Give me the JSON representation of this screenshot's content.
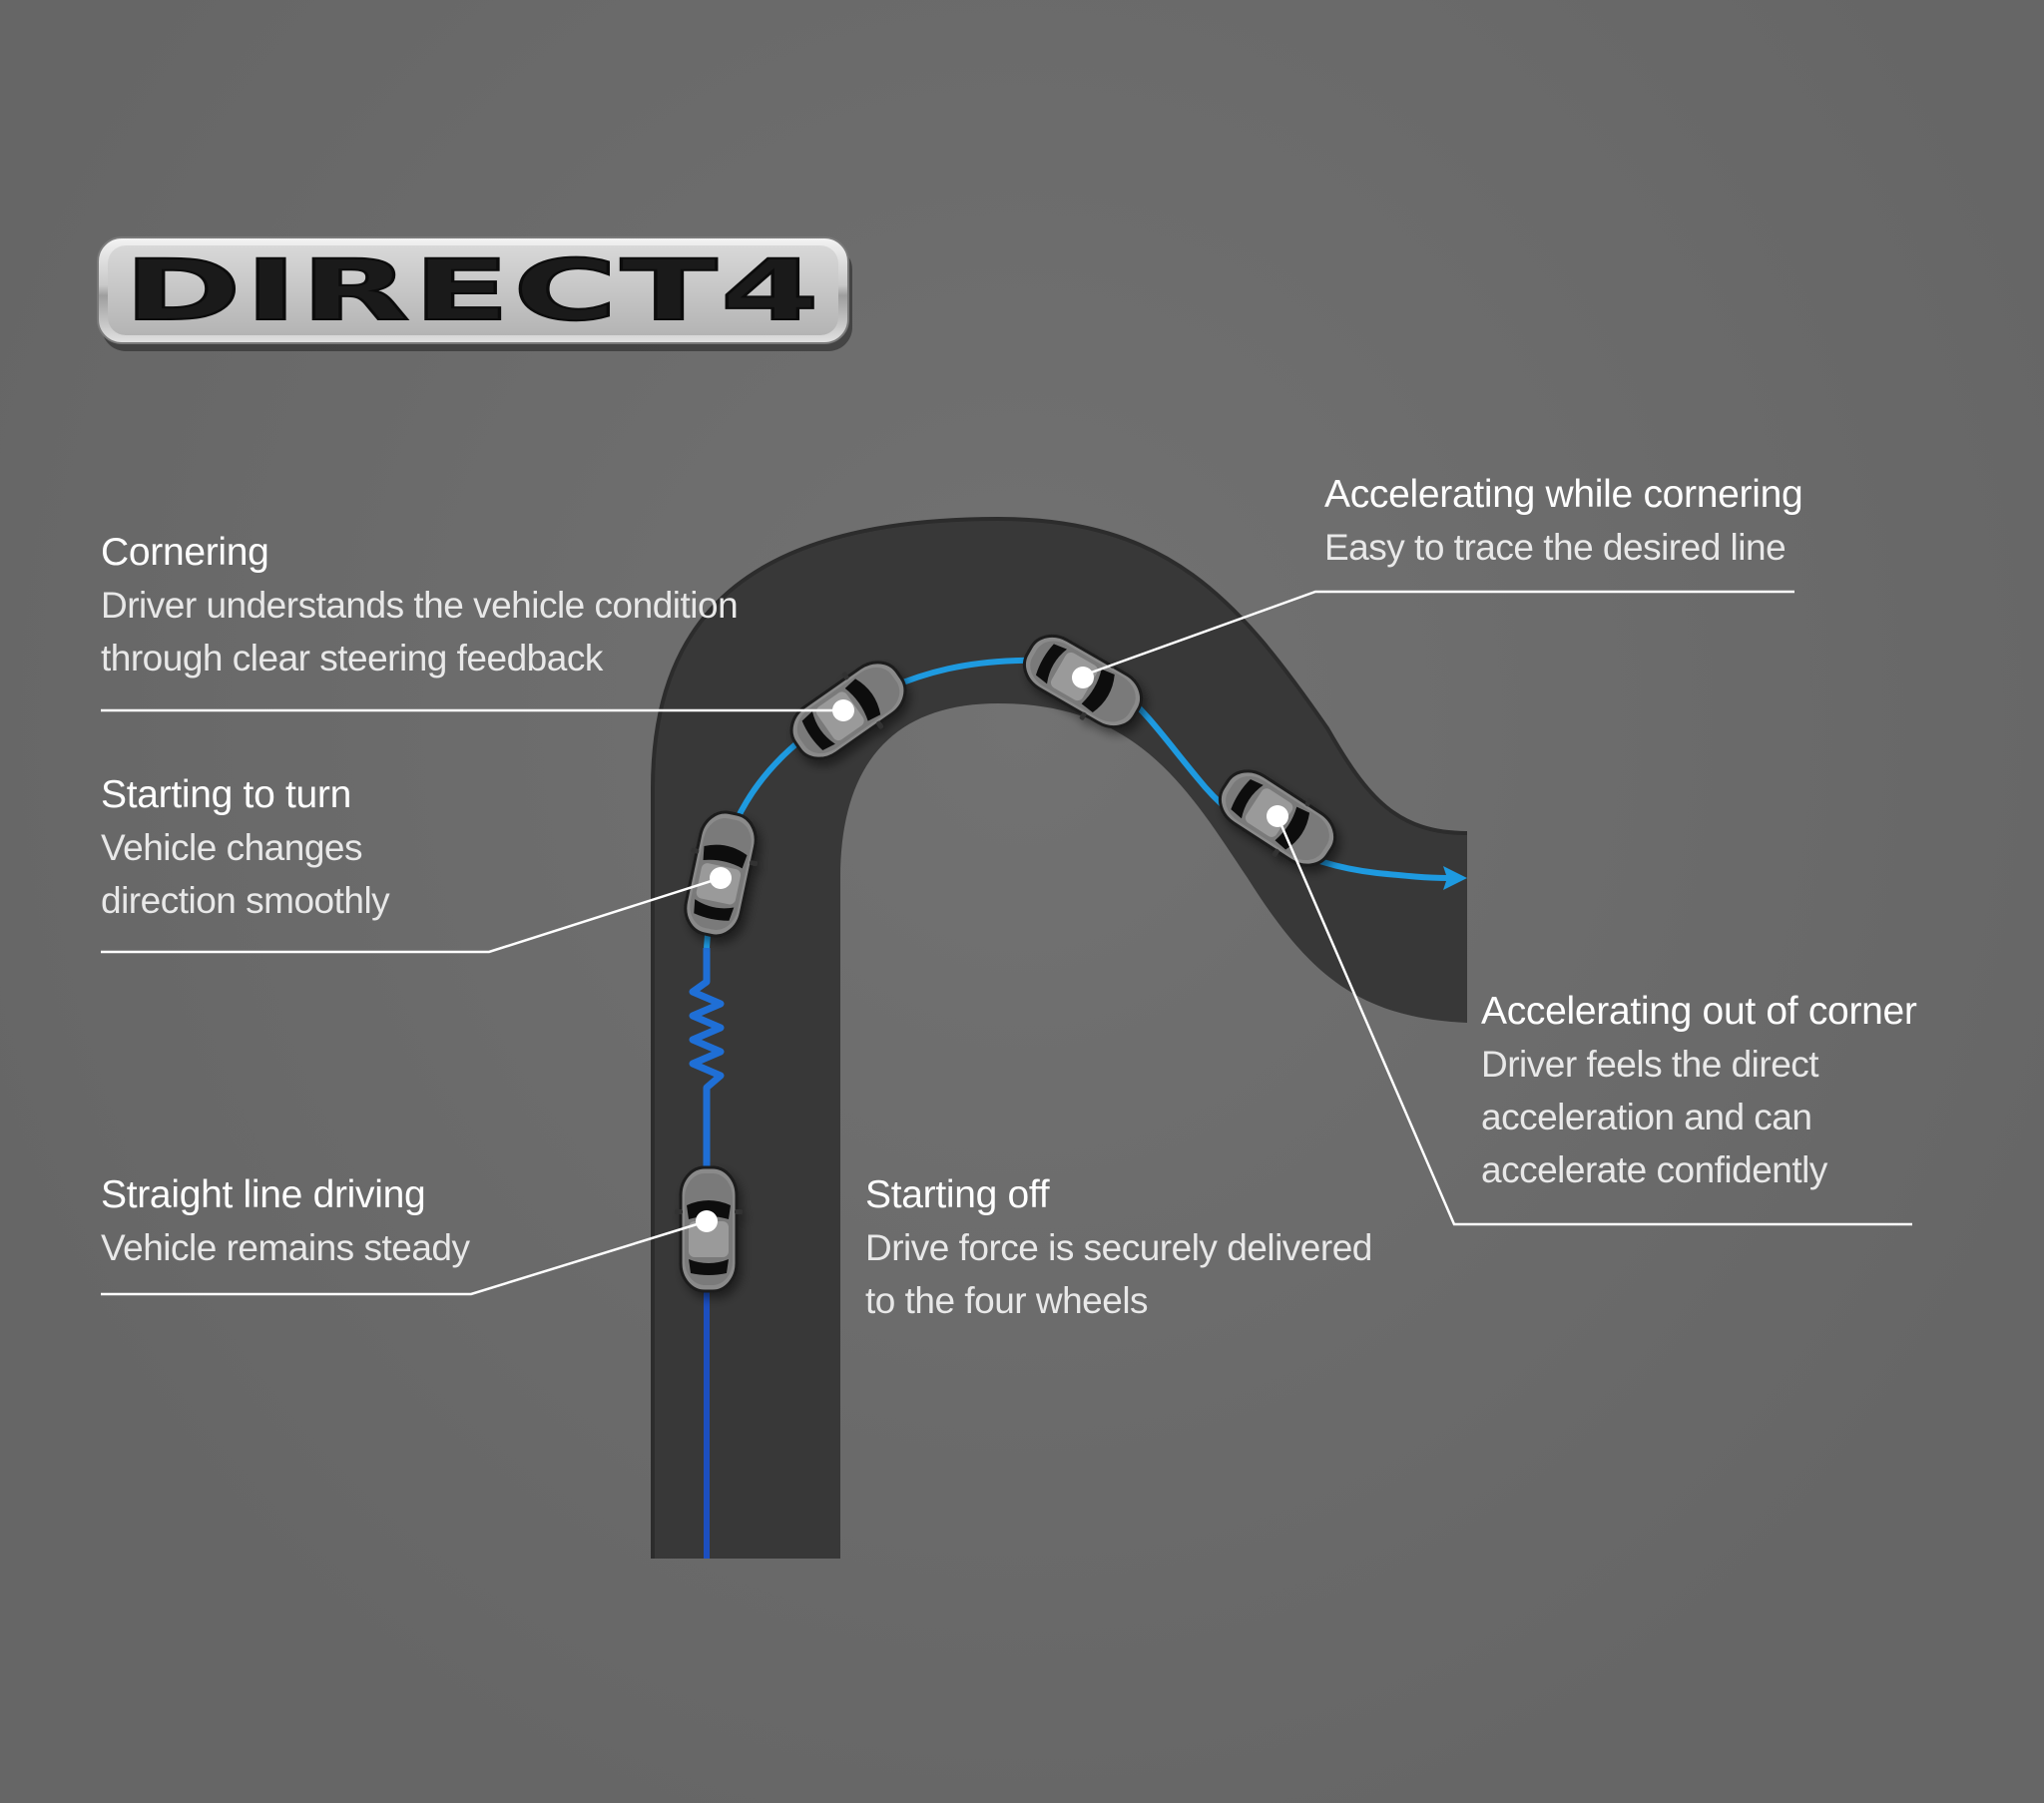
{
  "logo": {
    "text": "DIRECT4"
  },
  "callouts": [
    {
      "id": "cornering",
      "title": "Cornering",
      "description": "Driver understands the vehicle condition\nthrough clear steering feedback"
    },
    {
      "id": "starting-to-turn",
      "title": "Starting to turn",
      "description": "Vehicle changes\ndirection smoothly"
    },
    {
      "id": "straight-line-driving",
      "title": "Straight line driving",
      "description": "Vehicle remains steady"
    },
    {
      "id": "starting-off",
      "title": "Starting off",
      "description": "Drive force is securely delivered\nto the four wheels"
    },
    {
      "id": "accelerating-while-cornering",
      "title": "Accelerating while cornering",
      "description": "Easy to trace the desired line"
    },
    {
      "id": "accelerating-out-of-corner",
      "title": "Accelerating out of corner",
      "description": "Driver feels the direct\nacceleration and can\naccelerate confidently"
    }
  ],
  "colors": {
    "background": "#6c6c6c",
    "road": "#3a3a3a",
    "path_line": "#1e8fd6",
    "path_line_dark": "#1c5fc0",
    "leader_line": "#ffffff",
    "marker_dot": "#ffffff"
  },
  "icons": {
    "vehicle": "car-top-view-icon",
    "direction": "arrow-right-icon"
  }
}
